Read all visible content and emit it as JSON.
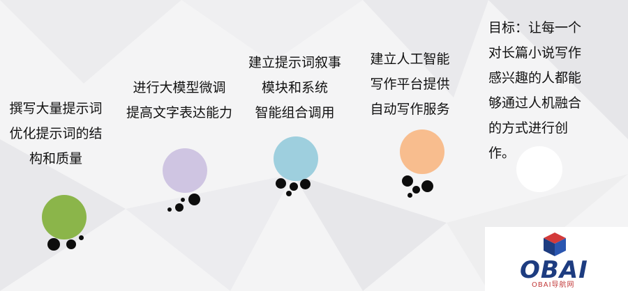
{
  "steps": [
    {
      "text": "撰写大量提示词\n优化提示词的结\n构和质量",
      "color": "#8bb54a"
    },
    {
      "text": "进行大模型微调\n提高文字表达能力",
      "color": "#cfc5e2"
    },
    {
      "text": "建立提示词叙事\n模块和系统\n智能组合调用",
      "color": "#9ecfde"
    },
    {
      "text": "建立人工智能\n写作平台提供\n自动写作服务",
      "color": "#f8bd8e"
    }
  ],
  "goal": {
    "text": "目标：让每一个\n对长篇小说写作\n感兴趣的人都能\n够通过人机融合\n的方式进行创\n作。"
  },
  "logo": {
    "main": "OBAI",
    "sub": "OBAI导航网"
  }
}
